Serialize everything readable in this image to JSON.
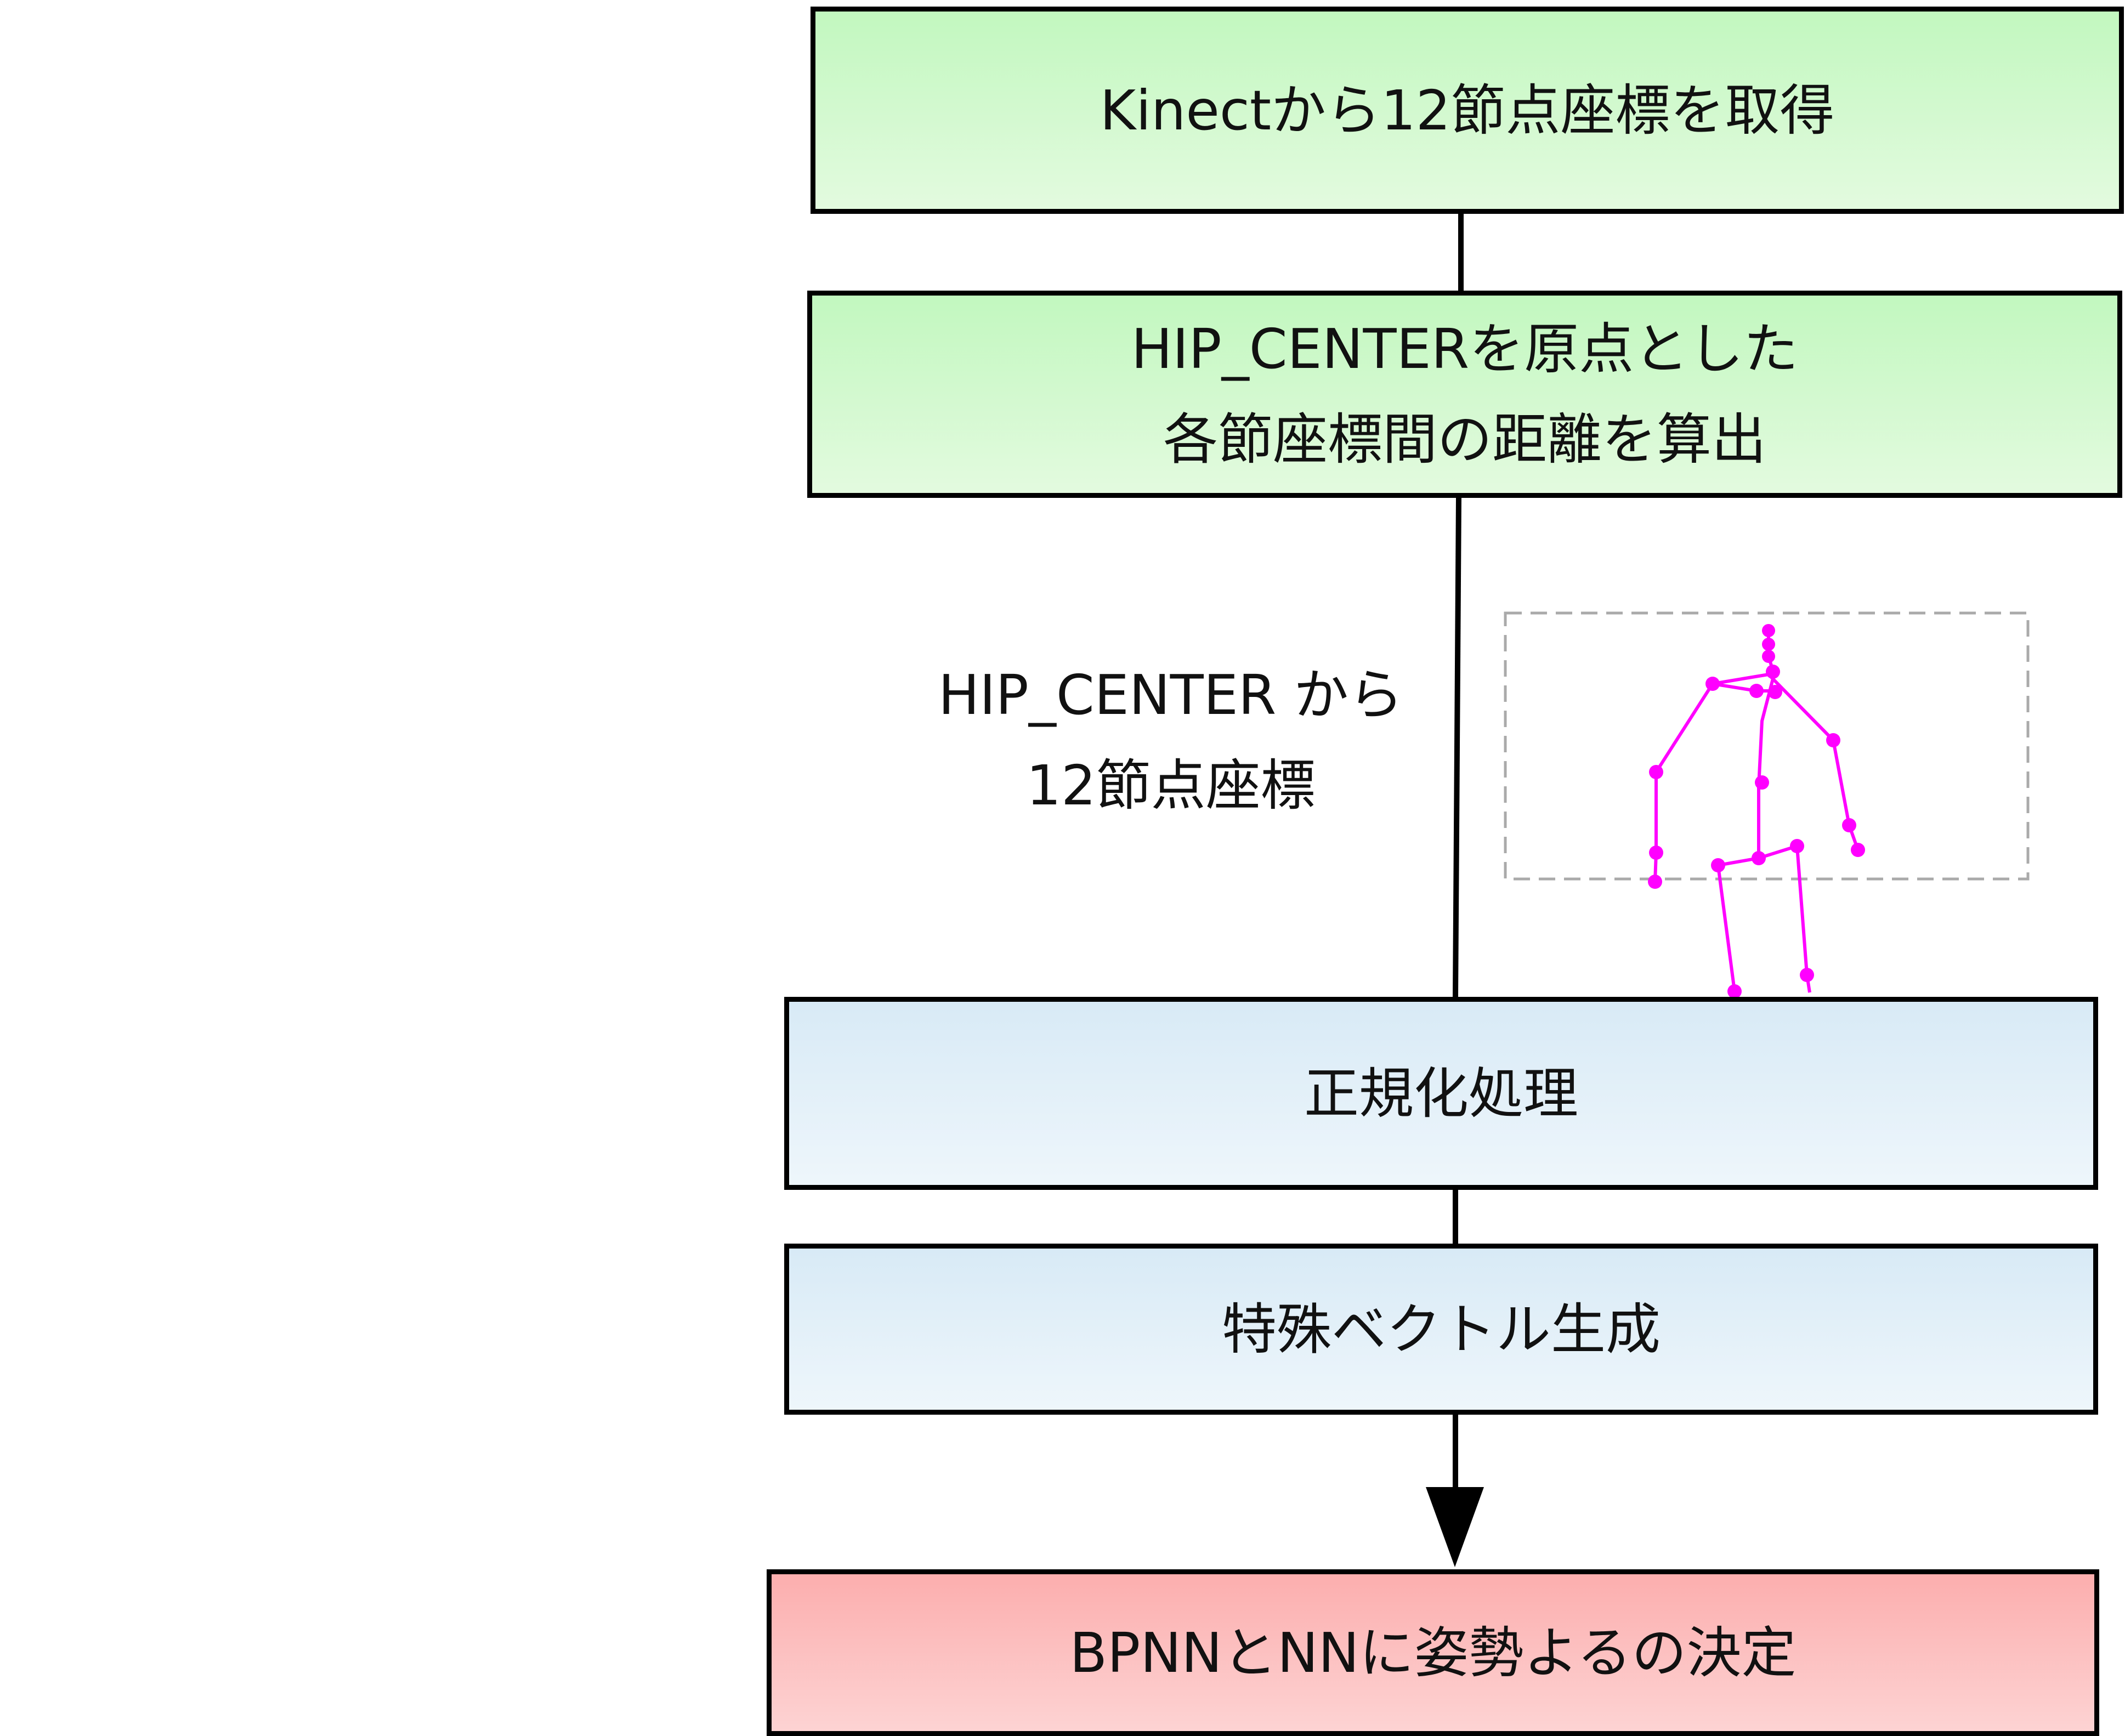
{
  "nodes": {
    "acquire": "Kinectから12節点座標を取得",
    "distance": {
      "line1": "HIP_CENTERを原点とした",
      "line2": "各節座標間の距離を算出"
    },
    "normalize": "正規化処理",
    "feature": "特殊ベクトル生成",
    "decision": "BPNNとNNに姿勢よるの決定"
  },
  "edge_label": {
    "line1": "HIP_CENTER から",
    "line2": "12節点座標"
  },
  "colors": {
    "green_box": "#c2f8bf",
    "blue_box": "#d8eaf6",
    "red_box": "#fcaeae",
    "skeleton": "#ff00ff",
    "dashed_frame": "#aaaaaa",
    "stroke": "#000000"
  },
  "icons": {
    "skeleton_figure": "stick-figure-skeleton-icon"
  }
}
